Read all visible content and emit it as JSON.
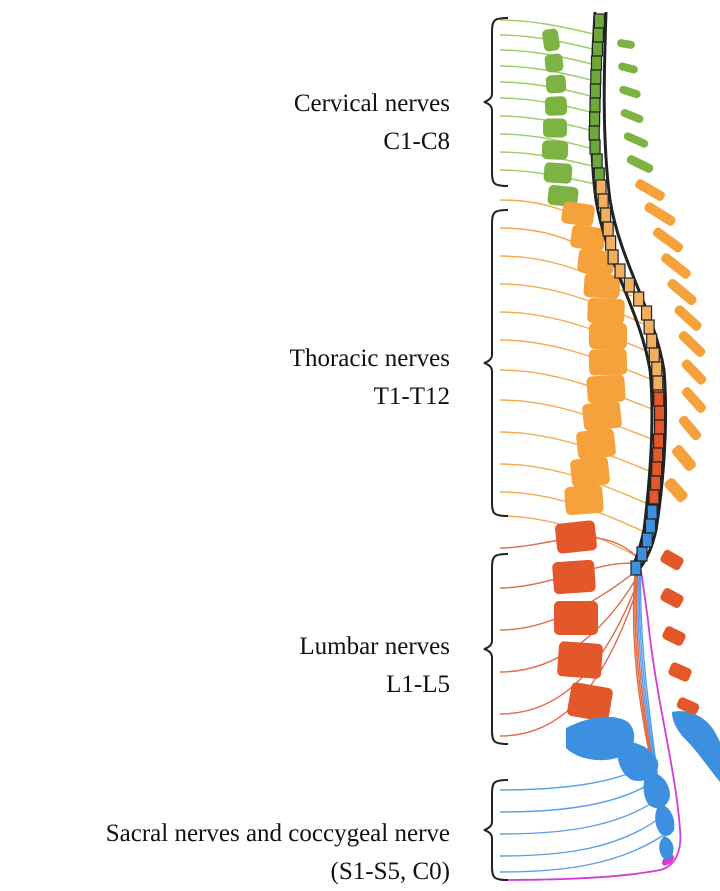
{
  "groups": [
    {
      "id": "cervical",
      "name": "Cervical nerves",
      "range": "C1-C8",
      "color": "#7cb342",
      "nerve_color": "#9ccc65"
    },
    {
      "id": "thoracic",
      "name": "Thoracic nerves",
      "range": "T1-T12",
      "color": "#f5a23c",
      "nerve_color": "#f2a94f"
    },
    {
      "id": "lumbar",
      "name": "Lumbar nerves",
      "range": "L1-L5",
      "color": "#e2582a",
      "nerve_color": "#e06a4a"
    },
    {
      "id": "sacral",
      "name": "Sacral nerves and coccygeal nerve",
      "range": "(S1-S5, C0)",
      "color": "#3d8fe0",
      "nerve_color": "#5aa0e8"
    }
  ],
  "colors": {
    "spinal_cord": "#222222",
    "coccygeal_nerve": "#d43bd8",
    "bracket": "#222222"
  }
}
